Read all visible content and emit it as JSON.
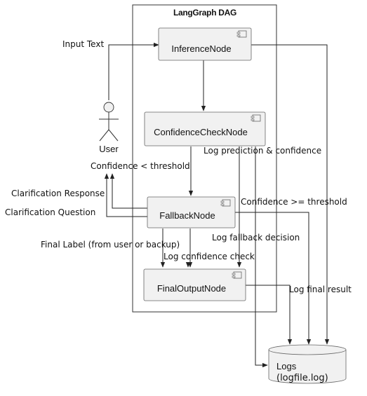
{
  "diagram": {
    "cluster_title": "LangGraph DAG",
    "actor": "User",
    "nodes": {
      "inference": "InferenceNode",
      "confidence_check": "ConfidenceCheckNode",
      "fallback": "FallbackNode",
      "final_output": "FinalOutputNode"
    },
    "database": {
      "line1": "Logs",
      "line2": "(logfile.log)"
    },
    "edges": {
      "input_text": "Input Text",
      "confidence_low": "Confidence < threshold",
      "clarification_response": "Clarification Response",
      "clarification_question": "Clarification Question",
      "confidence_high": "Confidence >= threshold",
      "final_label": "Final Label (from user or backup)",
      "log_prediction": "Log prediction & confidence",
      "log_fallback": "Log fallback decision",
      "log_confidence_check": "Log confidence check",
      "log_final_result": "Log final result"
    }
  }
}
